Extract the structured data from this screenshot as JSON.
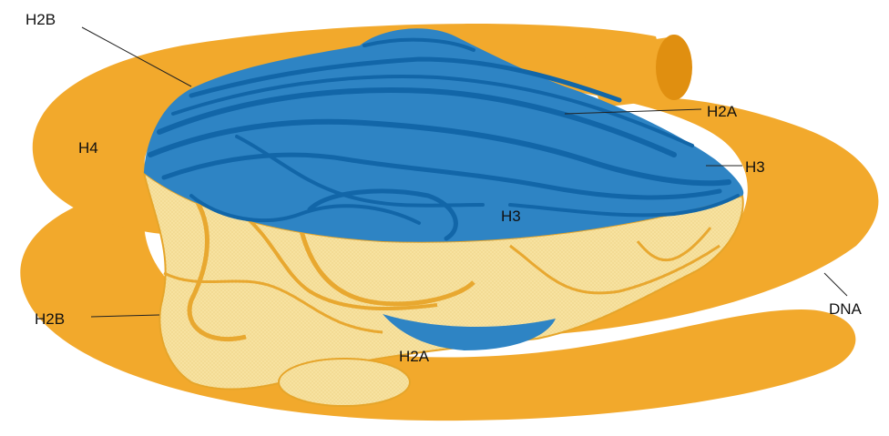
{
  "diagram": {
    "labels": {
      "h2b_top": "H2B",
      "h4": "H4",
      "h2a_right": "H2A",
      "h3_right": "H3",
      "h3_center": "H3",
      "h2b_left": "H2B",
      "h2a_bottom": "H2A",
      "dna": "DNA"
    },
    "colors": {
      "dna": "#F2A92C",
      "dna_end": "#E08F10",
      "histone_top": "#2E84C4",
      "histone_ridge": "#1266A8",
      "histone_side": "#F7E2A0",
      "histone_outline": "#E6A52A"
    }
  }
}
